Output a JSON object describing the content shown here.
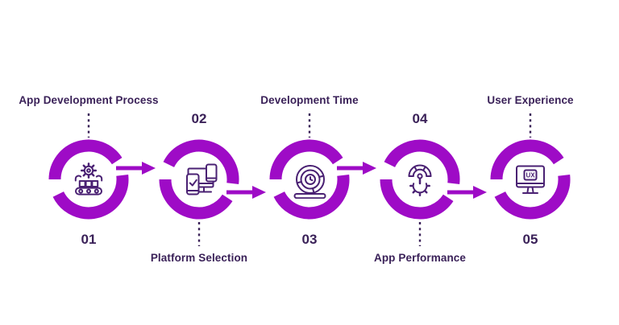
{
  "colors": {
    "ring": "#9E0BC6",
    "arrow": "#9E0BC6",
    "text": "#3A2158",
    "icon": "#4A2173",
    "connector": "#3A2158",
    "background": "#FFFFFF"
  },
  "steps": [
    {
      "number": "01",
      "label": "App Development Process",
      "icon": "process-gear-conveyor-icon",
      "label_position": "top"
    },
    {
      "number": "02",
      "label": "Platform Selection",
      "icon": "devices-platform-icon",
      "label_position": "bottom"
    },
    {
      "number": "03",
      "label": "Development Time",
      "icon": "sprint-time-icon",
      "label_position": "top"
    },
    {
      "number": "04",
      "label": "App Performance",
      "icon": "gear-gauge-icon",
      "label_position": "bottom"
    },
    {
      "number": "05",
      "label": "User Experience",
      "icon": "ux-monitor-icon",
      "label_position": "top",
      "icon_text": "UX"
    }
  ]
}
